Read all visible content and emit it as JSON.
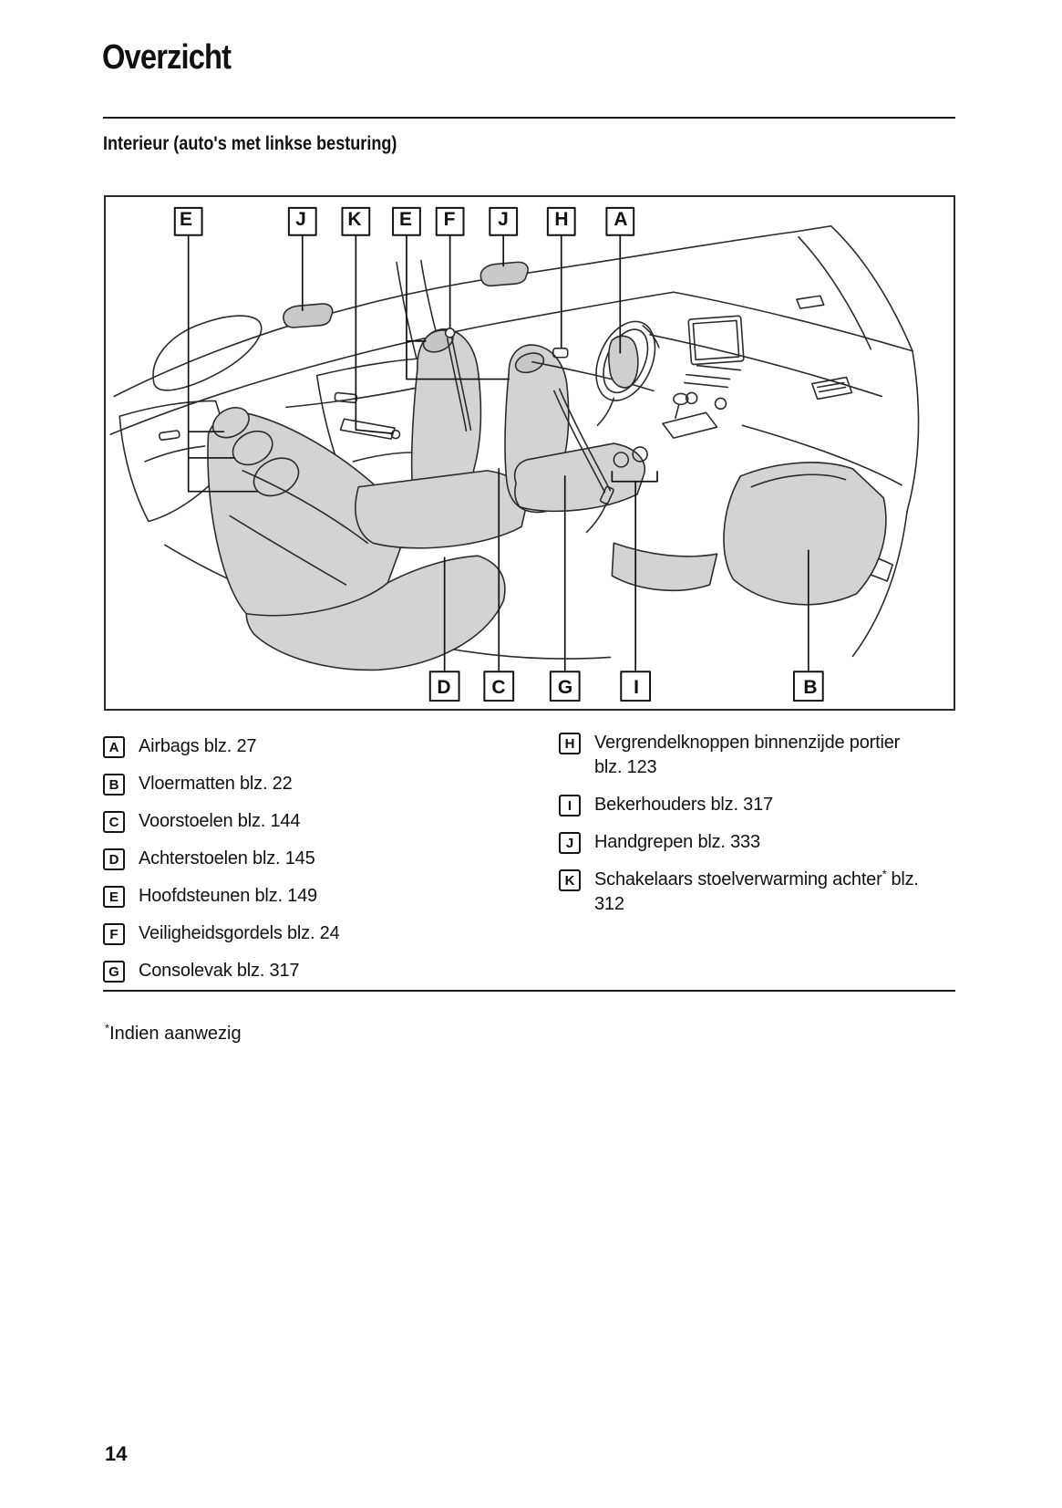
{
  "header": {
    "title": "Overzicht",
    "subtitle": "Interieur (auto's met linkse besturing)"
  },
  "figure": {
    "top_callouts": [
      {
        "letter": "E"
      },
      {
        "letter": "J"
      },
      {
        "letter": "K"
      },
      {
        "letter": "E"
      },
      {
        "letter": "F"
      },
      {
        "letter": "J"
      },
      {
        "letter": "H"
      },
      {
        "letter": "A"
      }
    ],
    "bottom_callouts": [
      {
        "letter": "D"
      },
      {
        "letter": "C"
      },
      {
        "letter": "G"
      },
      {
        "letter": "I"
      },
      {
        "letter": "B"
      }
    ]
  },
  "legend": {
    "left": [
      {
        "letter": "A",
        "text": "Airbags blz. 27"
      },
      {
        "letter": "B",
        "text": "Vloermatten blz. 22"
      },
      {
        "letter": "C",
        "text": "Voorstoelen blz. 144"
      },
      {
        "letter": "D",
        "text": "Achterstoelen blz. 145"
      },
      {
        "letter": "E",
        "text": "Hoofdsteunen blz. 149"
      },
      {
        "letter": "F",
        "text": "Veiligheidsgordels blz. 24"
      },
      {
        "letter": "G",
        "text": "Consolevak blz. 317"
      }
    ],
    "right": [
      {
        "letter": "H",
        "text": "Vergrendelknoppen binnenzijde portier blz. 123"
      },
      {
        "letter": "I",
        "text": "Bekerhouders blz. 317"
      },
      {
        "letter": "J",
        "text": "Handgrepen blz. 333"
      },
      {
        "letter": "K",
        "text": "Schakelaars stoelverwarming achter",
        "sup": "*",
        "text2": "blz. 312"
      }
    ]
  },
  "footnote": {
    "sup": "*",
    "text": "Indien aanwezig"
  },
  "page": {
    "number": "14"
  }
}
